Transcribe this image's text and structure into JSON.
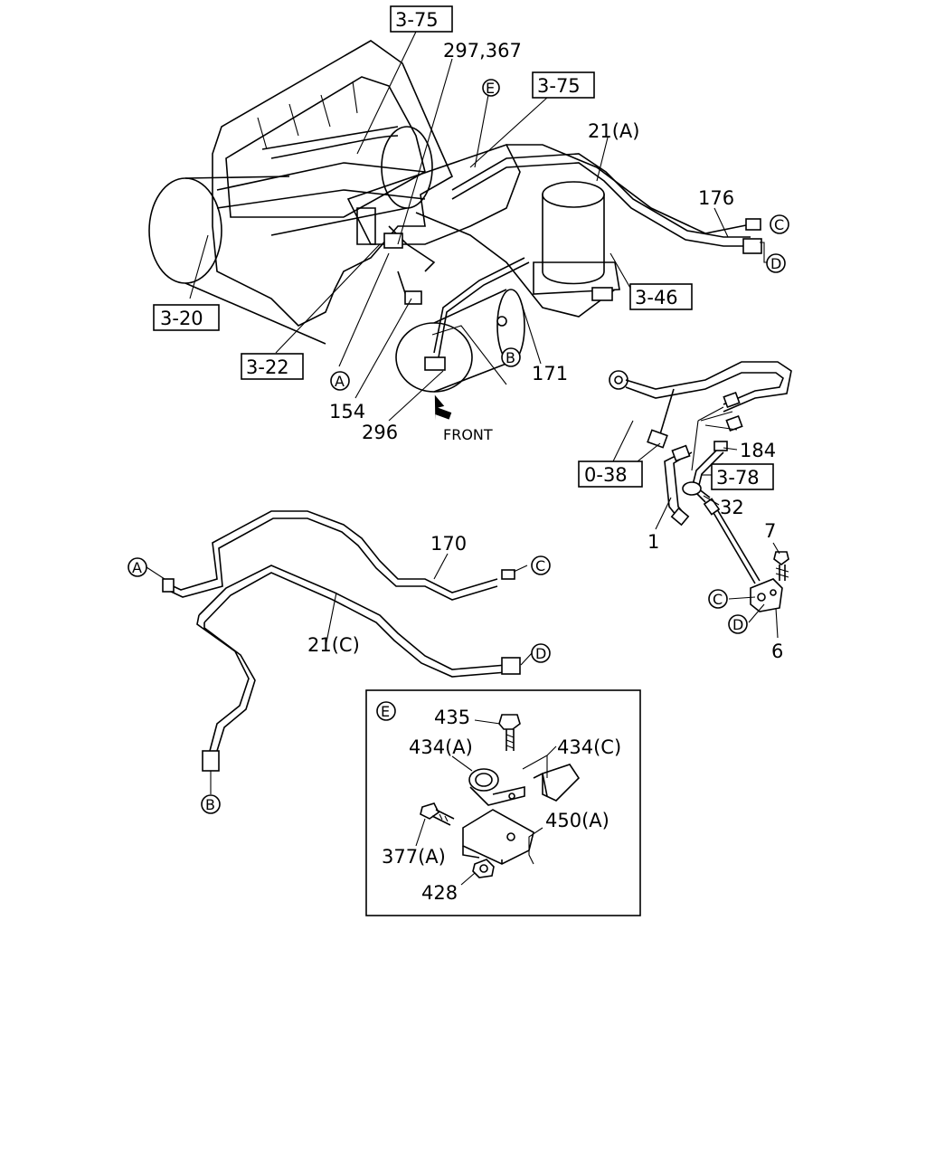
{
  "refs": {
    "r375a": "3-75",
    "r375b": "3-75",
    "r320": "3-20",
    "r322": "3-22",
    "r346": "3-46",
    "r038": "0-38",
    "r378": "3-78"
  },
  "labels": {
    "p297": "297,367",
    "p21a": "21(A)",
    "p176": "176",
    "p171": "171",
    "p154": "154",
    "p296": "296",
    "p184": "184",
    "p32": "32",
    "p1": "1",
    "p7": "7",
    "p6": "6",
    "p170": "170",
    "p21c": "21(C)",
    "p435": "435",
    "p434a": "434(A)",
    "p434c": "434(C)",
    "p450a": "450(A)",
    "p377a": "377(A)",
    "p428": "428",
    "front": "FRONT"
  },
  "circle_letters": {
    "A": "A",
    "B": "B",
    "C": "C",
    "D": "D",
    "E": "E"
  }
}
